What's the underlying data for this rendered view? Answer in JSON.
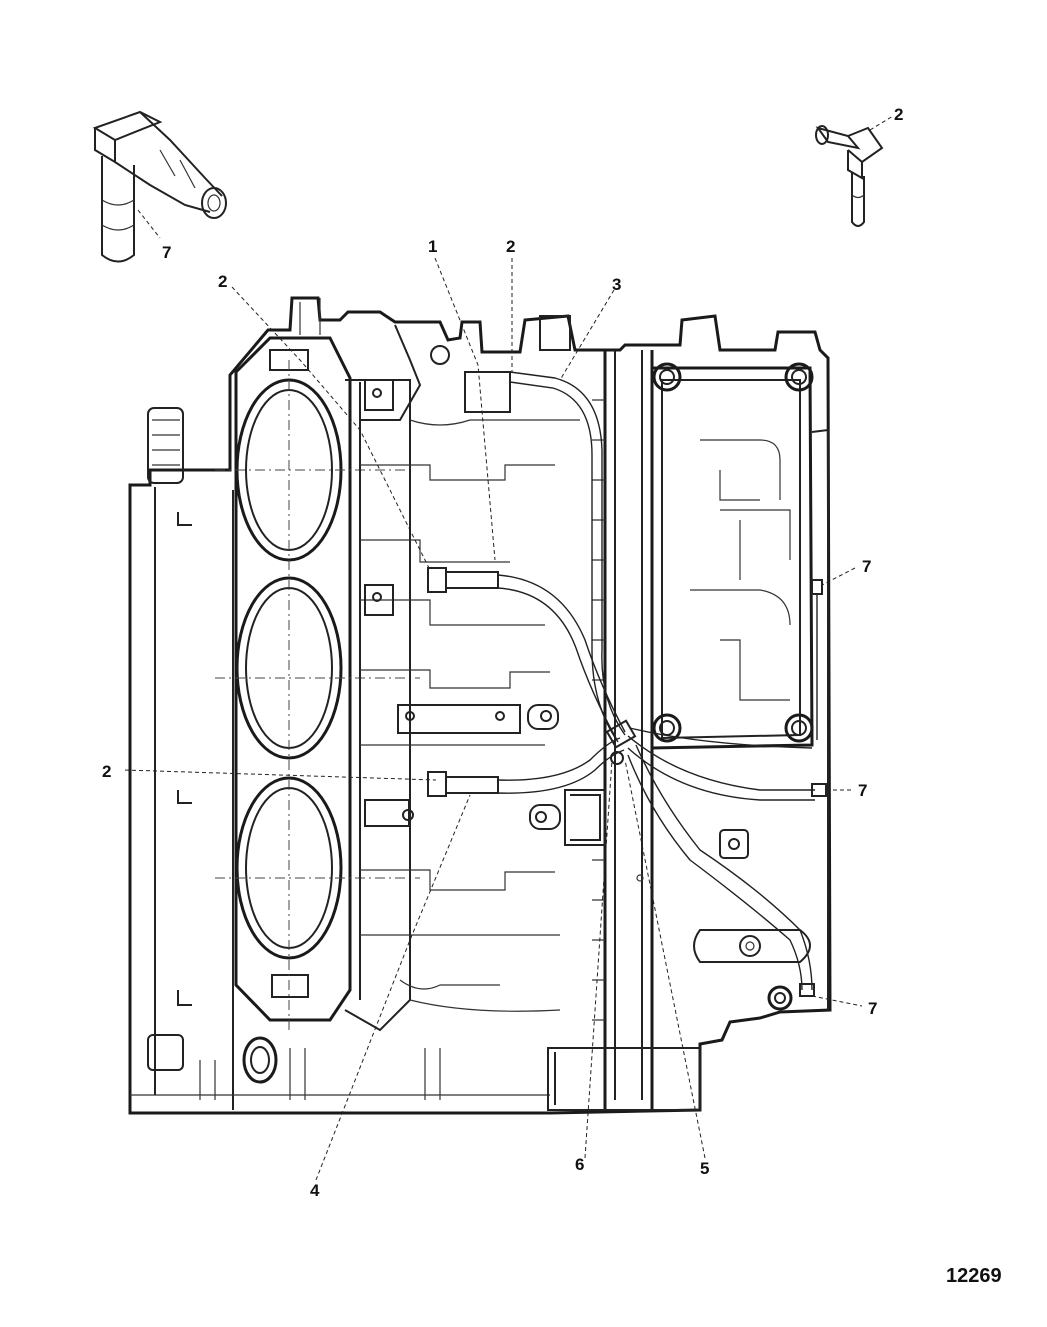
{
  "callouts": {
    "c1": "1",
    "c2_top": "2",
    "c3": "3",
    "c2_left_top": "2",
    "c2_left_mid": "2",
    "c2_corner": "2",
    "c7_fitting": "7",
    "c7_right_top": "7",
    "c7_right_mid": "7",
    "c7_right_bottom": "7",
    "c4": "4",
    "c5": "5",
    "c6": "6"
  },
  "figure_number": "12269"
}
